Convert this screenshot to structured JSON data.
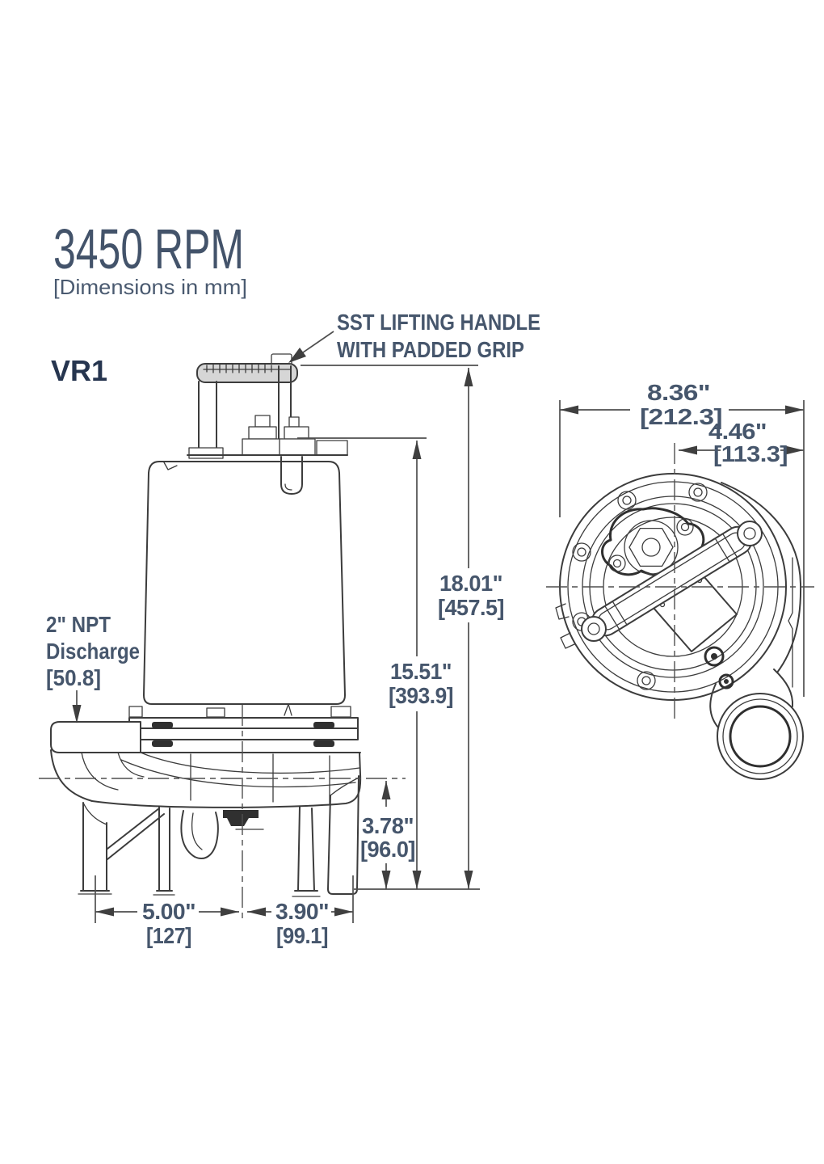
{
  "header": {
    "title": "3450 RPM",
    "subtitle": "[Dimensions in mm]",
    "model": "VR1"
  },
  "callout": {
    "line1": "SST LIFTING HANDLE",
    "line2": "WITH PADDED GRIP"
  },
  "discharge": {
    "line1": "2\" NPT",
    "line2": "Discharge",
    "line3": "[50.8]"
  },
  "dims": {
    "overall_height": {
      "in": "18.01\"",
      "mm": "[457.5]"
    },
    "cap_height": {
      "in": "15.51\"",
      "mm": "[393.9]"
    },
    "suction_height": {
      "in": "3.78\"",
      "mm": "[96.0]"
    },
    "base_left": {
      "in": "5.00\"",
      "mm": "[127]"
    },
    "base_right": {
      "in": "3.90\"",
      "mm": "[99.1]"
    },
    "width": {
      "in": "8.36\"",
      "mm": "[212.3]"
    },
    "half_width": {
      "in": "4.46\"",
      "mm": "[113.3]"
    }
  },
  "colors": {
    "text": "#46566c",
    "model_text": "#26354f",
    "line": "#3c3c3c",
    "dim_line": "#4f4f4f",
    "background": "#ffffff"
  }
}
